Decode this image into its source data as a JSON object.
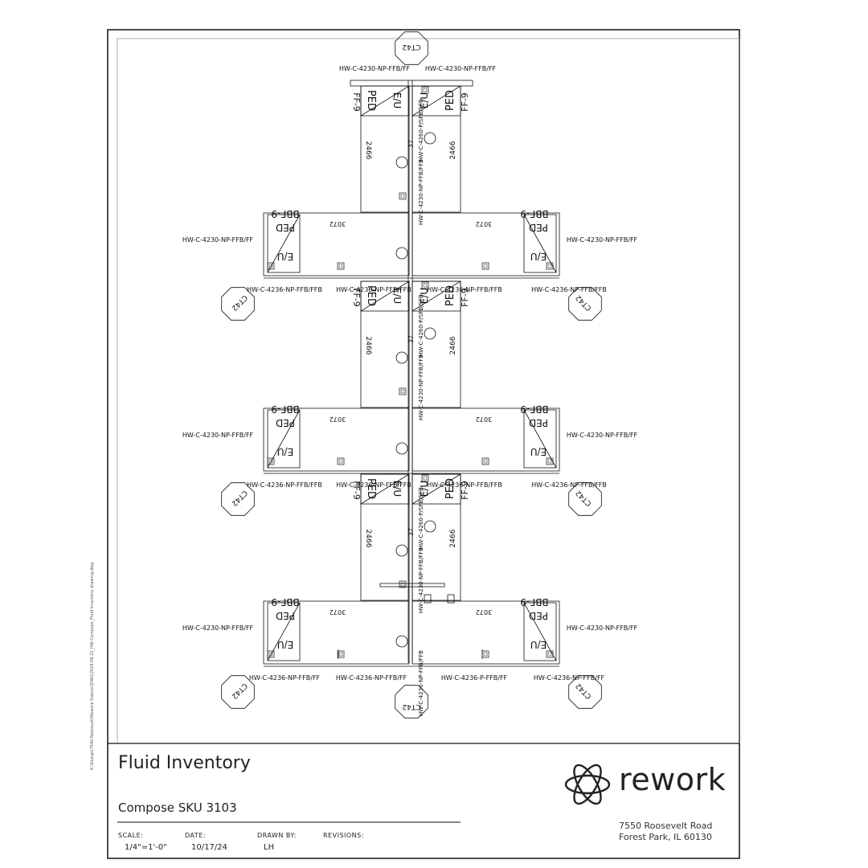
{
  "title_block": {
    "title": "Fluid Inventory",
    "subtitle": "Compose SKU 3103",
    "scale_label": "SCALE:",
    "scale_value": "1/4\"=1'-0\"",
    "date_label": "DATE:",
    "date_value": "10/17/24",
    "drawn_by_label": "DRAWN BY:",
    "drawn_by_value": "LH",
    "revisions_label": "REVISIONS:",
    "company": "rework",
    "address_line1": "7550 Roosevelt Road",
    "address_line2": "Forest Park, IL 60130",
    "file_path": "K:\\Design\\7540 Roosevelt\\Rework Station\\DWG\\2024.08.22_HW Compose_Fluid Inventory drawing.dwg"
  },
  "drawing_labels": {
    "top_left": "HW-C-4230-NP-FFB/FF",
    "top_right": "HW-C-4230-NP-FFB/FF",
    "spine_a": "HW-C-4260-P/SFB/SFB",
    "spine_b": "HW-C-4230-NP-FFB/FFB",
    "left_wing": "HW-C-4230-NP-FFB/FF",
    "right_wing": "HW-C-4230-NP-FFB/FF",
    "left_stub": "HW-C-4236-NP-FFB/FFB",
    "right_stub": "HW-C-4236-NP-FFB/FFB",
    "ped": "PED",
    "ev": "E/U",
    "ff": "FF-9",
    "bbf": "BBF-9",
    "w2466": "2466",
    "w3072": "3072",
    "ct42": "CT42",
    "dim37": "37",
    "bot_left_stub": "HW-C-4236-NP-FFB/FF",
    "bot_mid_left": "HW-C-4236-NP-FFB/FF",
    "bot_mid_right": "HW-C-4236-P-FFB/FF",
    "bot_right_stub": "HW-C-4236-NP-FFB/FF",
    "bot_left_wing": "HW-C-4230-NP-FFB/FF",
    "bot_right_wing": "HW-C-4230-NP-FFB/FF",
    "spine_bottom": "HW-C-4236-NP-FFB/FFB",
    "mid_left_stub2": "HW-C-4236-NP-FFB/FFB",
    "mid_right_stub2": "HW-C-4236-NP-FFB/FFB"
  }
}
